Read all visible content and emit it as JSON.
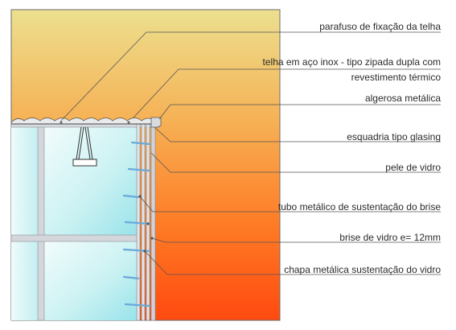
{
  "labels": {
    "screw": "parafuso de fixação da telha",
    "roof_line1": "telha em aço inox - tipo zipada dupla com",
    "roof_line2": "revestimento térmico",
    "gutter": "algerosa metálica",
    "frame": "esquadria tipo glasing",
    "glass_skin": "pele de vidro",
    "brise_tube": "tubo metálico de sustentação do brise",
    "brise_glass": "brise de vidro e= 12mm",
    "plate": "chapa metálica sustentação do vidro"
  },
  "colors": {
    "sky_top": "#ece08f",
    "sky_bottom": "#ff4a10",
    "glass_light": "#e6fbfa",
    "glass_mid": "#9fe6ec",
    "frame": "#c9cdd2",
    "brise": "#6aa9d8",
    "leader": "#555555",
    "text": "#2b2b2b"
  }
}
